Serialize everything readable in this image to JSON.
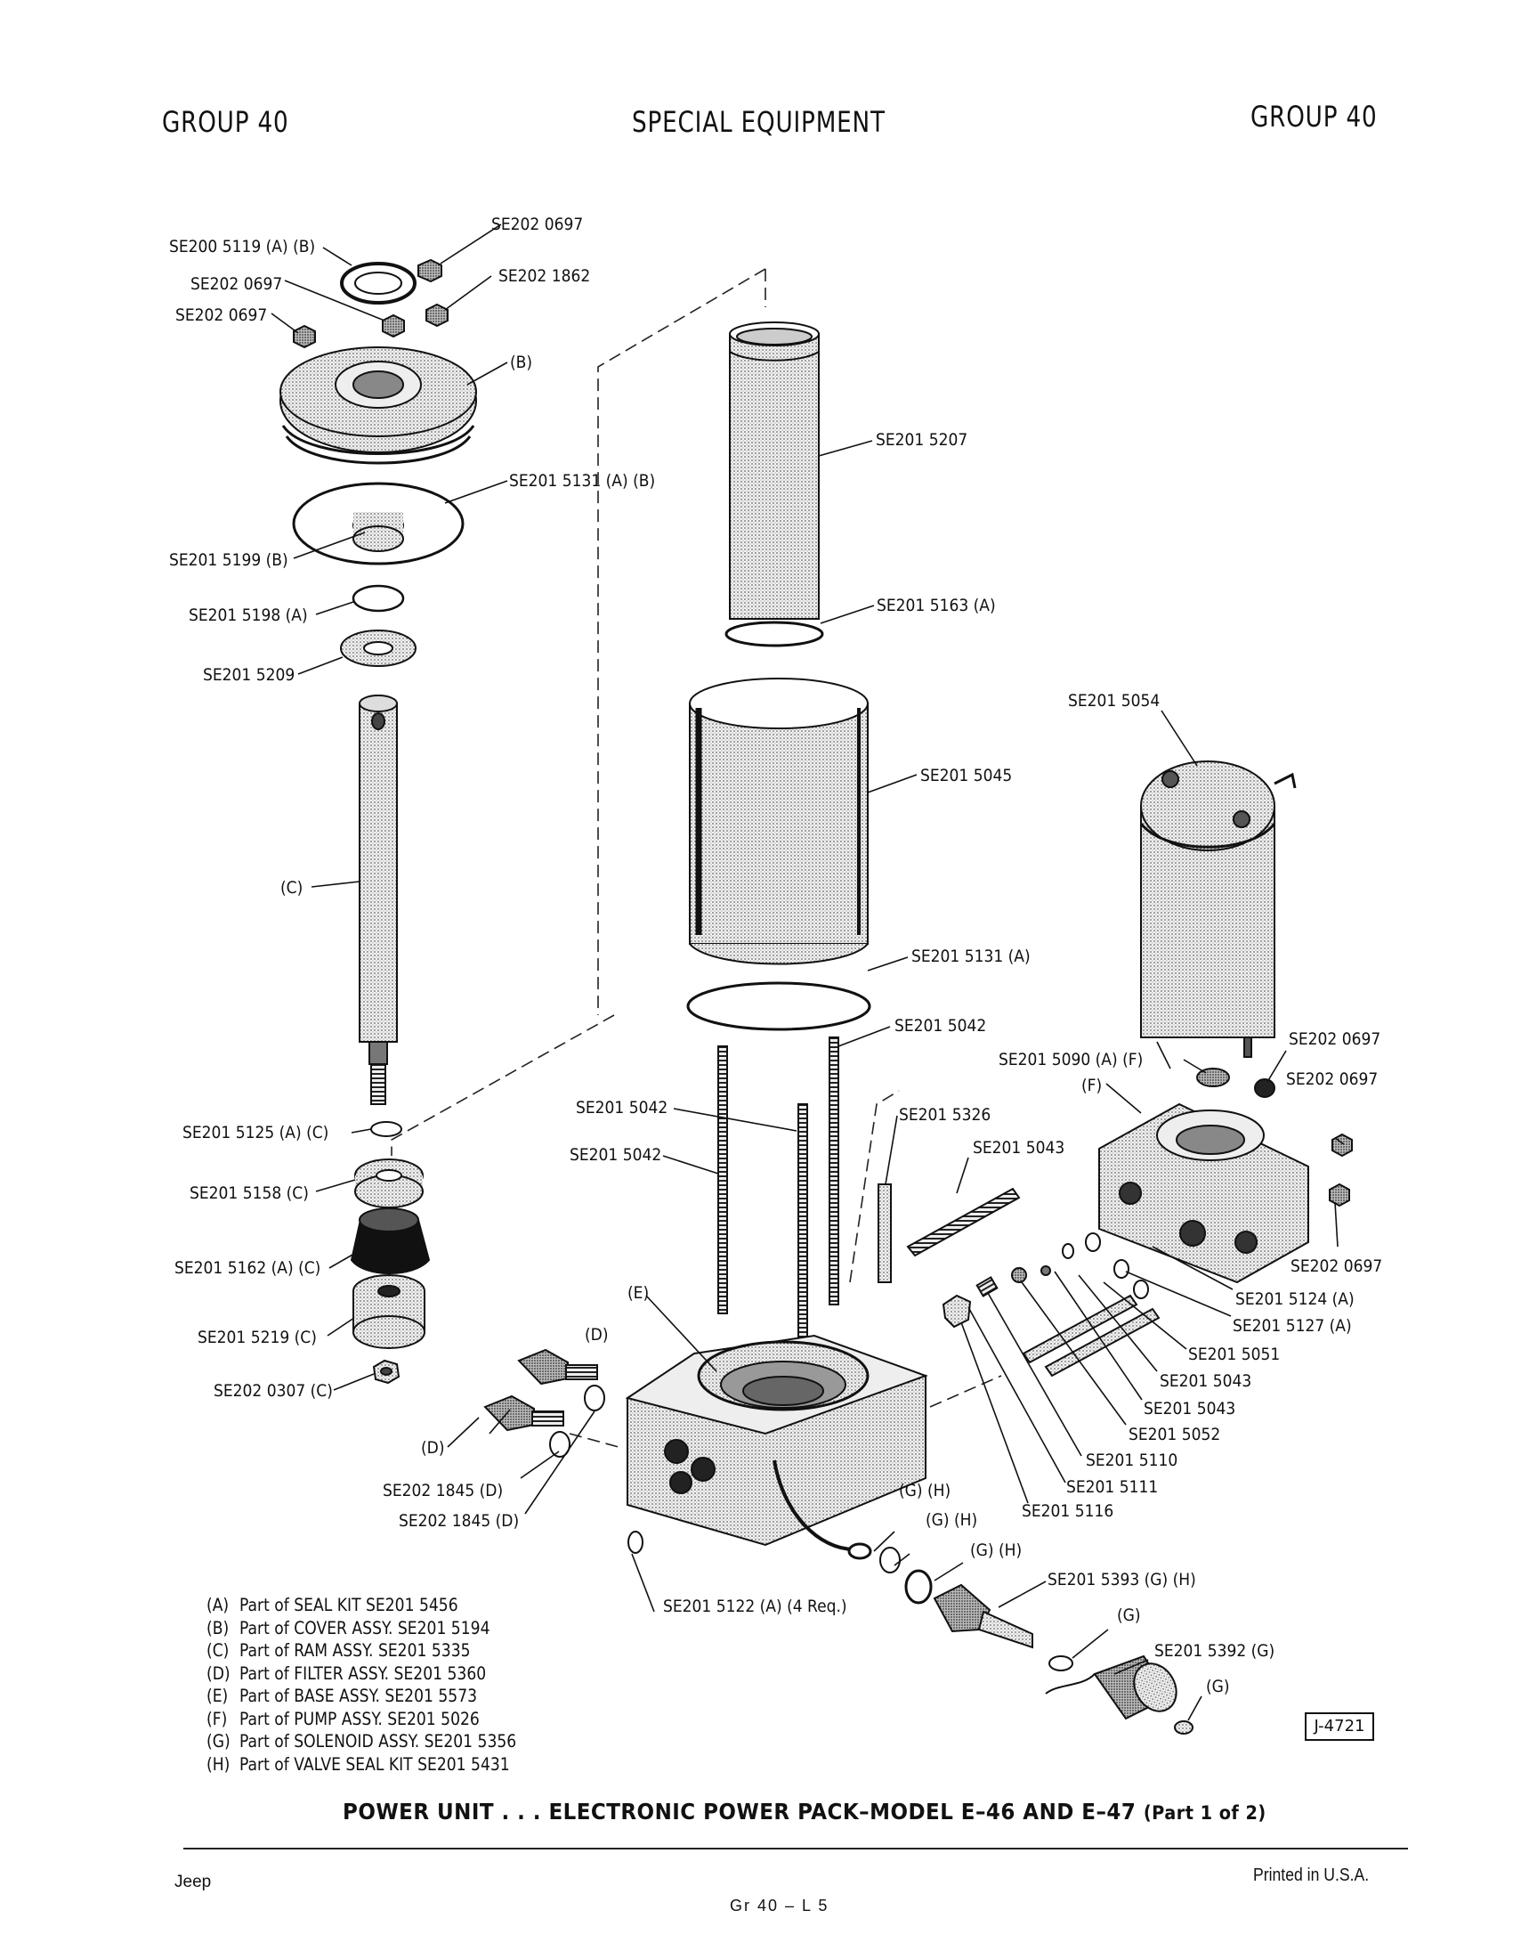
{
  "header": {
    "left": "GROUP 40",
    "center": "SPECIAL EQUIPMENT",
    "right": "GROUP 40"
  },
  "callouts": [
    "SE200 5119 (A) (B)",
    "SE202 0697",
    "SE202 1862",
    "SE202 0697",
    "SE202 0697",
    "(B)",
    "SE201 5131 (A) (B)",
    "SE201 5199 (B)",
    "SE201 5198 (A)",
    "SE201 5209",
    "(C)",
    "SE201 5125 (A) (C)",
    "SE201 5158 (C)",
    "SE201 5162 (A) (C)",
    "SE201 5219 (C)",
    "SE202 0307 (C)",
    "(D)",
    "(D)",
    "SE202 1845 (D)",
    "SE202 1845 (D)",
    "SE201 5207",
    "SE201 5163 (A)",
    "SE201 5045",
    "SE201 5131 (A)",
    "SE201 5042",
    "SE201 5042",
    "SE201 5042",
    "(E)",
    "SE201 5122 (A) (4 Req.)",
    "SE201 5326",
    "SE201 5043",
    "SE201 5054",
    "SE202 0697",
    "SE201 5090 (A) (F)",
    "SE202 0697",
    "(F)",
    "SE202 0697",
    "SE201 5124 (A)",
    "SE201 5127 (A)",
    "SE201 5051",
    "SE201 5043",
    "SE201 5043",
    "SE201 5052",
    "SE201 5110",
    "SE201 5111",
    "SE201 5116",
    "(G) (H)",
    "(G) (H)",
    "(G) (H)",
    "SE201 5393 (G) (H)",
    "(G)",
    "SE201 5392 (G)",
    "(G)"
  ],
  "legend": [
    {
      "key": "(A)",
      "text": "Part of SEAL KIT  SE201 5456"
    },
    {
      "key": "(B)",
      "text": "Part of COVER ASSY.  SE201 5194"
    },
    {
      "key": "(C)",
      "text": "Part of RAM ASSY.  SE201 5335"
    },
    {
      "key": "(D)",
      "text": "Part of FILTER ASSY.  SE201 5360"
    },
    {
      "key": "(E)",
      "text": "Part of BASE ASSY.  SE201 5573"
    },
    {
      "key": "(F)",
      "text": "Part of PUMP ASSY.  SE201 5026"
    },
    {
      "key": "(G)",
      "text": "Part of SOLENOID ASSY.  SE201 5356"
    },
    {
      "key": "(H)",
      "text": "Part of VALVE SEAL KIT  SE201 5431"
    }
  ],
  "reference_box": "J-4721",
  "caption": {
    "main": "POWER UNIT . . . ELECTRONIC POWER PACK–MODEL E–46 AND E–47",
    "part": "(Part 1 of 2)"
  },
  "footer": {
    "left": "Jeep",
    "center": "Gr 40  –  L 5",
    "right": "Printed  in U.S.A."
  }
}
